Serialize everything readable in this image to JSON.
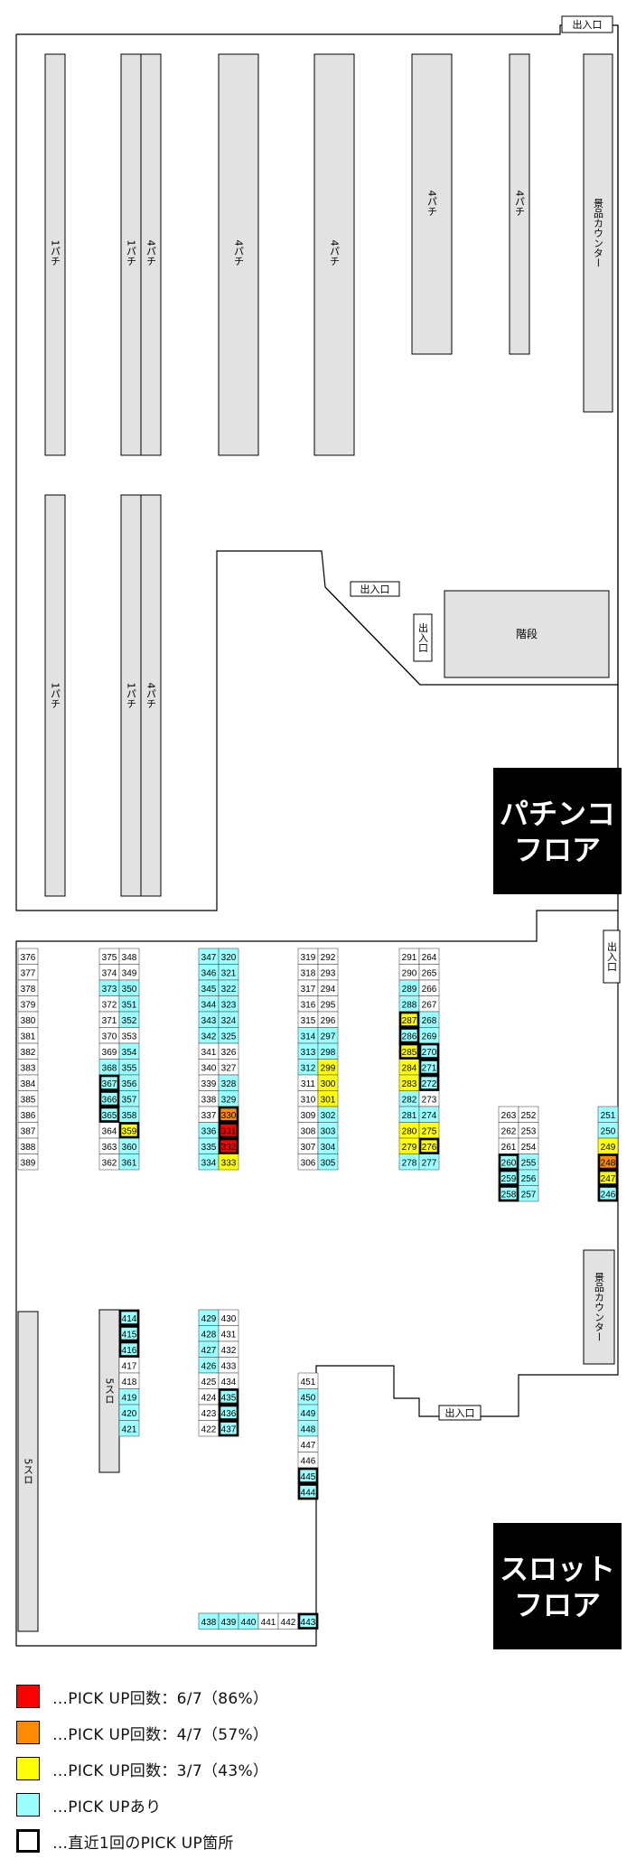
{
  "colors": {
    "rate_6of7": "#ff0000",
    "rate_4of7": "#ff8c00",
    "rate_3of7": "#ffff00",
    "pickup": "#99ffff",
    "machine_gray": "#e0e0e0",
    "label_bg": "#000000"
  },
  "pachinko_floor": {
    "label_line1": "パチンコ",
    "label_line2": "フロア",
    "entrance_top": "出入口",
    "entrance_mid_h": "出入口",
    "entrance_mid_v": "出入口",
    "stairs": "階段",
    "prize_counter": "景品カウンター",
    "banks": [
      "1パチ",
      "1パチ",
      "4パチ",
      "4パチ",
      "4パチ",
      "4パチ",
      "4パチ",
      "1パチ",
      "1パチ",
      "4パチ"
    ]
  },
  "slot_floor": {
    "label_line1": "スロット",
    "label_line2": "フロア",
    "entrance_right": "出入口",
    "entrance_bottom": "出入口",
    "prize_counter": "景品カウンター",
    "bank_5slot_a": "5スロ",
    "bank_5slot_b": "5スロ",
    "machines": [
      {
        "n": "376",
        "c": "w"
      },
      {
        "n": "377",
        "c": "w"
      },
      {
        "n": "378",
        "c": "w"
      },
      {
        "n": "379",
        "c": "w"
      },
      {
        "n": "380",
        "c": "w"
      },
      {
        "n": "381",
        "c": "w"
      },
      {
        "n": "382",
        "c": "w"
      },
      {
        "n": "383",
        "c": "w"
      },
      {
        "n": "384",
        "c": "w"
      },
      {
        "n": "385",
        "c": "w"
      },
      {
        "n": "386",
        "c": "w"
      },
      {
        "n": "387",
        "c": "w"
      },
      {
        "n": "388",
        "c": "w"
      },
      {
        "n": "389",
        "c": "w"
      },
      {
        "n": "375",
        "c": "w"
      },
      {
        "n": "374",
        "c": "w"
      },
      {
        "n": "373",
        "c": "c"
      },
      {
        "n": "372",
        "c": "w"
      },
      {
        "n": "371",
        "c": "w"
      },
      {
        "n": "370",
        "c": "w"
      },
      {
        "n": "369",
        "c": "w"
      },
      {
        "n": "368",
        "c": "c"
      },
      {
        "n": "367",
        "c": "c",
        "b": true
      },
      {
        "n": "366",
        "c": "c",
        "b": true
      },
      {
        "n": "365",
        "c": "c",
        "b": true
      },
      {
        "n": "364",
        "c": "w"
      },
      {
        "n": "363",
        "c": "w"
      },
      {
        "n": "362",
        "c": "w"
      },
      {
        "n": "348",
        "c": "w"
      },
      {
        "n": "349",
        "c": "w"
      },
      {
        "n": "350",
        "c": "c"
      },
      {
        "n": "351",
        "c": "c"
      },
      {
        "n": "352",
        "c": "c"
      },
      {
        "n": "353",
        "c": "w"
      },
      {
        "n": "354",
        "c": "c"
      },
      {
        "n": "355",
        "c": "c"
      },
      {
        "n": "356",
        "c": "c"
      },
      {
        "n": "357",
        "c": "c"
      },
      {
        "n": "358",
        "c": "c"
      },
      {
        "n": "359",
        "c": "y",
        "b": true
      },
      {
        "n": "360",
        "c": "c"
      },
      {
        "n": "361",
        "c": "c"
      },
      {
        "n": "347",
        "c": "c"
      },
      {
        "n": "346",
        "c": "c"
      },
      {
        "n": "345",
        "c": "c"
      },
      {
        "n": "344",
        "c": "c"
      },
      {
        "n": "343",
        "c": "c"
      },
      {
        "n": "342",
        "c": "c"
      },
      {
        "n": "341",
        "c": "w"
      },
      {
        "n": "340",
        "c": "w"
      },
      {
        "n": "339",
        "c": "w"
      },
      {
        "n": "338",
        "c": "w"
      },
      {
        "n": "337",
        "c": "w"
      },
      {
        "n": "336",
        "c": "c"
      },
      {
        "n": "335",
        "c": "c"
      },
      {
        "n": "334",
        "c": "c"
      },
      {
        "n": "320",
        "c": "c"
      },
      {
        "n": "321",
        "c": "c"
      },
      {
        "n": "322",
        "c": "c"
      },
      {
        "n": "323",
        "c": "c"
      },
      {
        "n": "324",
        "c": "c"
      },
      {
        "n": "325",
        "c": "c"
      },
      {
        "n": "326",
        "c": "w"
      },
      {
        "n": "327",
        "c": "w"
      },
      {
        "n": "328",
        "c": "c"
      },
      {
        "n": "329",
        "c": "c"
      },
      {
        "n": "330",
        "c": "o",
        "b": true
      },
      {
        "n": "331",
        "c": "r",
        "b": true
      },
      {
        "n": "332",
        "c": "r",
        "b": true
      },
      {
        "n": "333",
        "c": "y"
      },
      {
        "n": "319",
        "c": "w"
      },
      {
        "n": "318",
        "c": "w"
      },
      {
        "n": "317",
        "c": "w"
      },
      {
        "n": "316",
        "c": "w"
      },
      {
        "n": "315",
        "c": "w"
      },
      {
        "n": "314",
        "c": "c"
      },
      {
        "n": "313",
        "c": "c"
      },
      {
        "n": "312",
        "c": "c"
      },
      {
        "n": "311",
        "c": "w"
      },
      {
        "n": "310",
        "c": "w"
      },
      {
        "n": "309",
        "c": "w"
      },
      {
        "n": "308",
        "c": "w"
      },
      {
        "n": "307",
        "c": "w"
      },
      {
        "n": "306",
        "c": "w"
      },
      {
        "n": "292",
        "c": "w"
      },
      {
        "n": "293",
        "c": "w"
      },
      {
        "n": "294",
        "c": "w"
      },
      {
        "n": "295",
        "c": "w"
      },
      {
        "n": "296",
        "c": "w"
      },
      {
        "n": "297",
        "c": "c"
      },
      {
        "n": "298",
        "c": "c"
      },
      {
        "n": "299",
        "c": "y"
      },
      {
        "n": "300",
        "c": "y"
      },
      {
        "n": "301",
        "c": "y"
      },
      {
        "n": "302",
        "c": "c"
      },
      {
        "n": "303",
        "c": "c"
      },
      {
        "n": "304",
        "c": "c"
      },
      {
        "n": "305",
        "c": "c"
      },
      {
        "n": "291",
        "c": "w"
      },
      {
        "n": "290",
        "c": "w"
      },
      {
        "n": "289",
        "c": "c"
      },
      {
        "n": "288",
        "c": "c"
      },
      {
        "n": "287",
        "c": "y",
        "b": true
      },
      {
        "n": "286",
        "c": "c",
        "b": true
      },
      {
        "n": "285",
        "c": "y",
        "b": true
      },
      {
        "n": "284",
        "c": "y"
      },
      {
        "n": "283",
        "c": "y"
      },
      {
        "n": "282",
        "c": "c"
      },
      {
        "n": "281",
        "c": "c"
      },
      {
        "n": "280",
        "c": "y"
      },
      {
        "n": "279",
        "c": "y"
      },
      {
        "n": "278",
        "c": "c"
      },
      {
        "n": "264",
        "c": "w"
      },
      {
        "n": "265",
        "c": "w"
      },
      {
        "n": "266",
        "c": "w"
      },
      {
        "n": "267",
        "c": "w"
      },
      {
        "n": "268",
        "c": "c"
      },
      {
        "n": "269",
        "c": "c"
      },
      {
        "n": "270",
        "c": "c",
        "b": true
      },
      {
        "n": "271",
        "c": "c",
        "b": true
      },
      {
        "n": "272",
        "c": "c",
        "b": true
      },
      {
        "n": "273",
        "c": "w"
      },
      {
        "n": "274",
        "c": "c"
      },
      {
        "n": "275",
        "c": "y"
      },
      {
        "n": "276",
        "c": "y",
        "b": true
      },
      {
        "n": "277",
        "c": "c"
      },
      {
        "n": "263",
        "c": "w"
      },
      {
        "n": "262",
        "c": "w"
      },
      {
        "n": "261",
        "c": "w"
      },
      {
        "n": "260",
        "c": "c",
        "b": true
      },
      {
        "n": "259",
        "c": "c",
        "b": true
      },
      {
        "n": "258",
        "c": "c",
        "b": true
      },
      {
        "n": "252",
        "c": "w"
      },
      {
        "n": "253",
        "c": "w"
      },
      {
        "n": "254",
        "c": "w"
      },
      {
        "n": "255",
        "c": "c"
      },
      {
        "n": "256",
        "c": "c"
      },
      {
        "n": "257",
        "c": "c"
      },
      {
        "n": "251",
        "c": "c"
      },
      {
        "n": "250",
        "c": "c"
      },
      {
        "n": "249",
        "c": "y"
      },
      {
        "n": "248",
        "c": "o",
        "b": true
      },
      {
        "n": "247",
        "c": "y",
        "b": true
      },
      {
        "n": "246",
        "c": "c",
        "b": true
      },
      {
        "n": "414",
        "c": "c",
        "b": true
      },
      {
        "n": "415",
        "c": "c",
        "b": true
      },
      {
        "n": "416",
        "c": "c",
        "b": true
      },
      {
        "n": "417",
        "c": "w"
      },
      {
        "n": "418",
        "c": "w"
      },
      {
        "n": "419",
        "c": "c"
      },
      {
        "n": "420",
        "c": "c"
      },
      {
        "n": "421",
        "c": "c"
      },
      {
        "n": "429",
        "c": "c"
      },
      {
        "n": "428",
        "c": "c"
      },
      {
        "n": "427",
        "c": "c"
      },
      {
        "n": "426",
        "c": "c"
      },
      {
        "n": "425",
        "c": "w"
      },
      {
        "n": "424",
        "c": "w"
      },
      {
        "n": "423",
        "c": "w"
      },
      {
        "n": "422",
        "c": "w"
      },
      {
        "n": "430",
        "c": "w"
      },
      {
        "n": "431",
        "c": "w"
      },
      {
        "n": "432",
        "c": "w"
      },
      {
        "n": "433",
        "c": "w"
      },
      {
        "n": "434",
        "c": "w"
      },
      {
        "n": "435",
        "c": "c",
        "b": true
      },
      {
        "n": "436",
        "c": "c",
        "b": true
      },
      {
        "n": "437",
        "c": "c",
        "b": true
      },
      {
        "n": "451",
        "c": "w"
      },
      {
        "n": "450",
        "c": "c"
      },
      {
        "n": "449",
        "c": "c"
      },
      {
        "n": "448",
        "c": "c"
      },
      {
        "n": "447",
        "c": "w"
      },
      {
        "n": "446",
        "c": "w"
      },
      {
        "n": "445",
        "c": "c",
        "b": true
      },
      {
        "n": "444",
        "c": "c",
        "b": true
      },
      {
        "n": "438",
        "c": "c"
      },
      {
        "n": "439",
        "c": "c"
      },
      {
        "n": "440",
        "c": "c"
      },
      {
        "n": "441",
        "c": "w"
      },
      {
        "n": "442",
        "c": "w"
      },
      {
        "n": "443",
        "c": "c",
        "b": true
      }
    ]
  },
  "legend": [
    {
      "swatch": "r",
      "text": "…PICK UP回数：6/7（86%）"
    },
    {
      "swatch": "o",
      "text": "…PICK UP回数：4/7（57%）"
    },
    {
      "swatch": "y",
      "text": "…PICK UP回数：3/7（43%）"
    },
    {
      "swatch": "c",
      "text": "…PICK UPあり"
    },
    {
      "swatch": "w",
      "text": "…直近1回のPICK UP箇所"
    }
  ]
}
